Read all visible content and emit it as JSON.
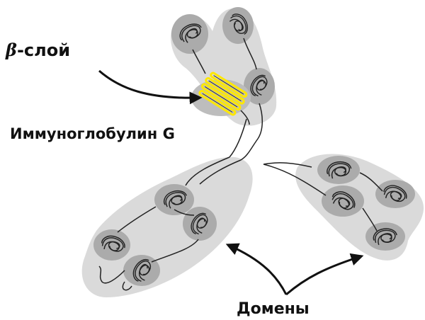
{
  "labels": {
    "beta_symbol": "β",
    "beta_text": "-слой",
    "molecule": "Иммуноглобулин G",
    "domains": "Домены"
  },
  "colors": {
    "light_region": "#d9d9d9",
    "domain_blob": "#aeaeae",
    "strand": "#222222",
    "beta_sheet_highlight": "#ffe800",
    "arrow": "#111111"
  }
}
